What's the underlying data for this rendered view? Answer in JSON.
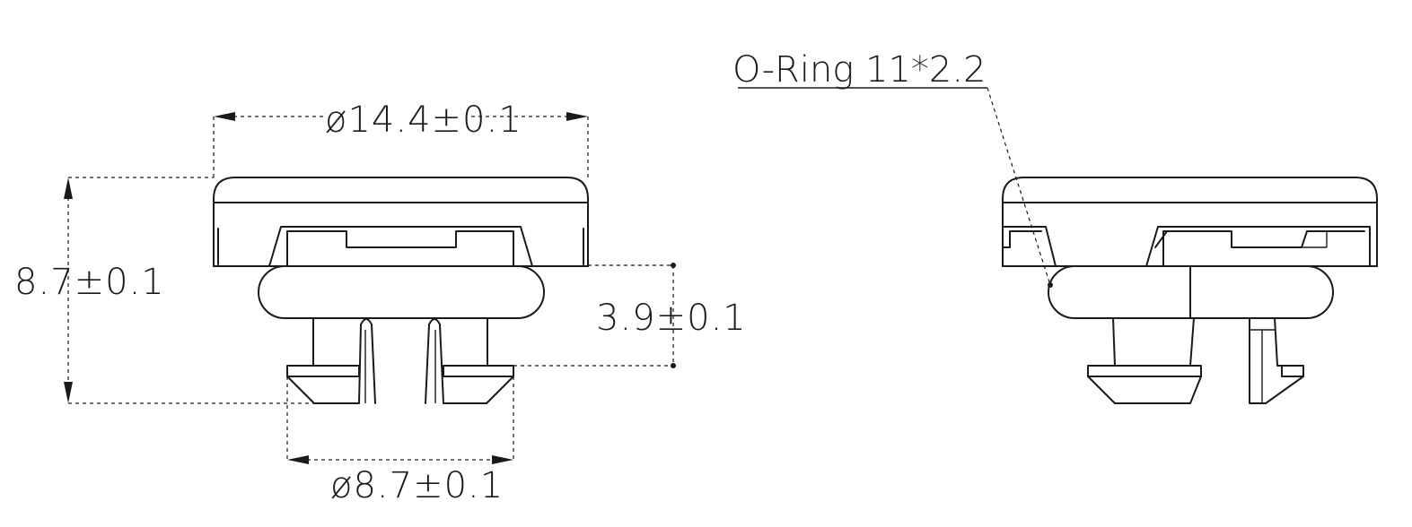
{
  "dimensions": {
    "top_diameter": "ø14.4±0.1",
    "height": "8.7±0.1",
    "oring_gap": "3.9±0.1",
    "bottom_diameter": "ø8.7±0.1"
  },
  "callouts": {
    "oring": "O-Ring 11*2.2"
  }
}
